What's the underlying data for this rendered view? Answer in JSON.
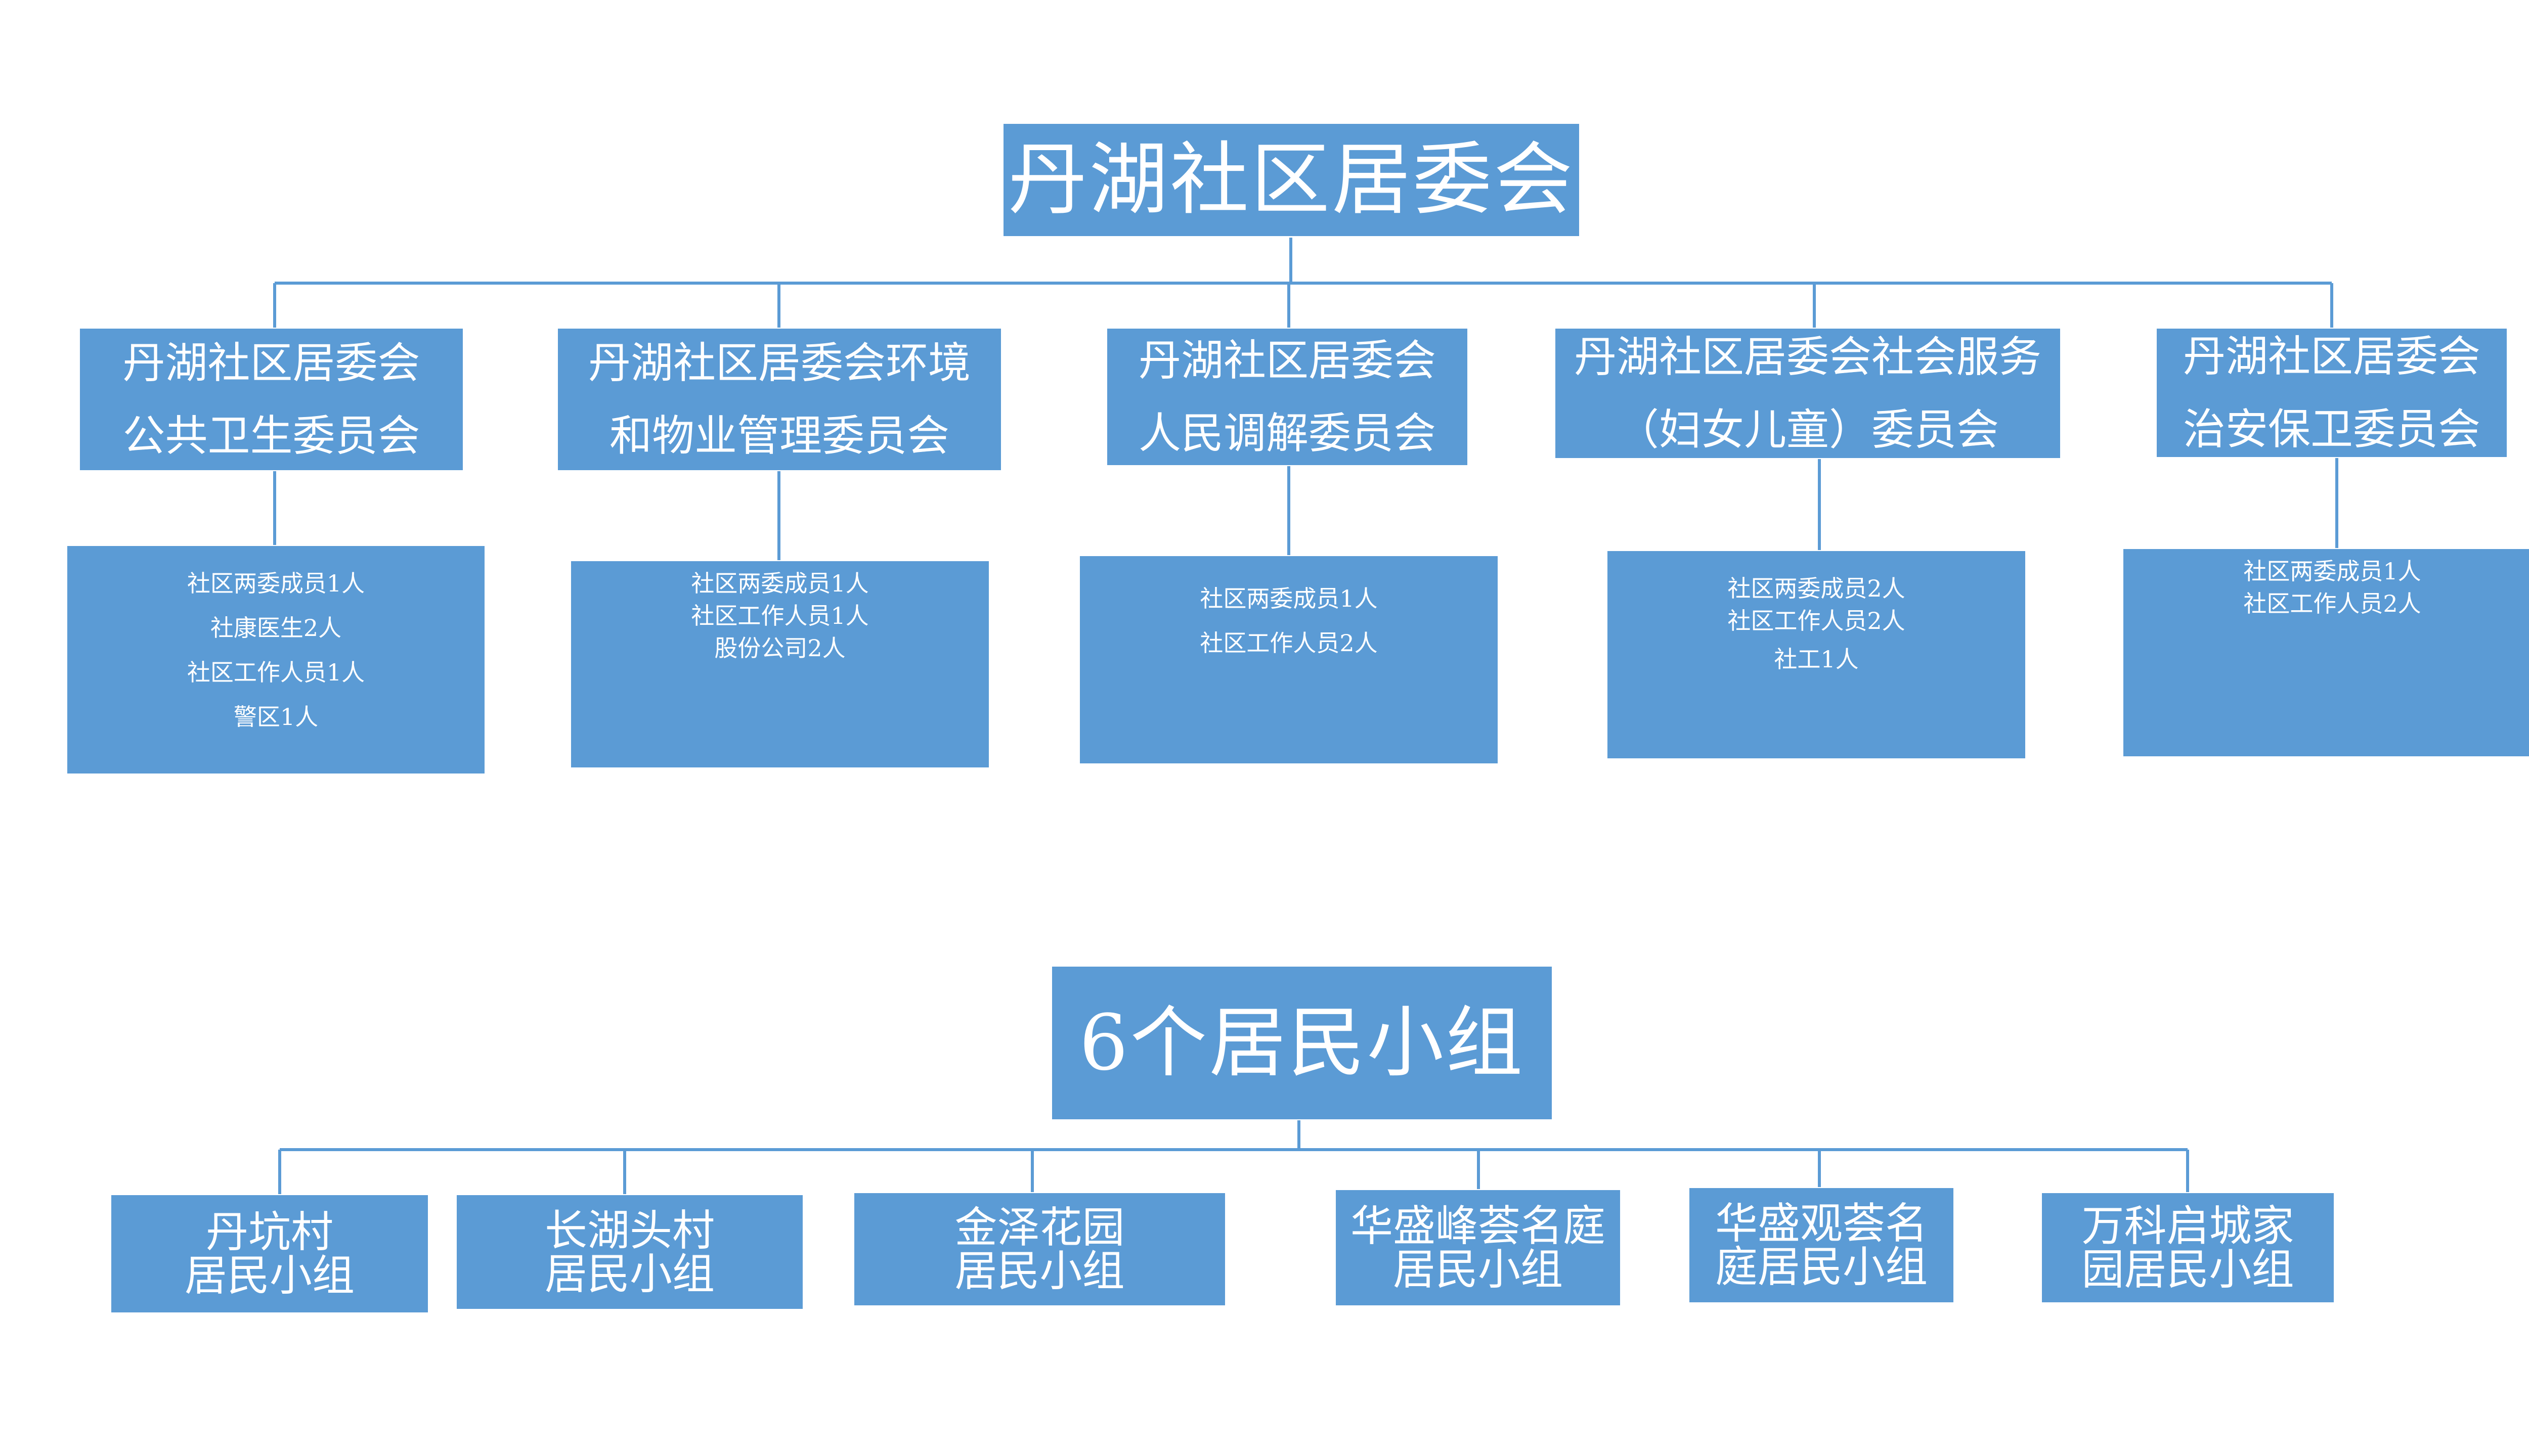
{
  "root": {
    "title": "丹湖社区居委会"
  },
  "committees": [
    {
      "lines": [
        "丹湖社区居委会",
        "公共卫生委员会"
      ],
      "details": [
        "社区两委成员1人",
        "社康医生2人",
        "社区工作人员1人",
        "警区1人"
      ]
    },
    {
      "lines": [
        "丹湖社区居委会环境",
        "和物业管理委员会"
      ],
      "details": [
        "社区两委成员1人",
        "社区工作人员1人",
        "股份公司2人"
      ]
    },
    {
      "lines": [
        "丹湖社区居委会",
        "人民调解委员会"
      ],
      "details": [
        "社区两委成员1人",
        "社区工作人员2人"
      ]
    },
    {
      "lines": [
        "丹湖社区居委会社会服务",
        "（妇女儿童）委员会"
      ],
      "details": [
        "社区两委成员2人",
        "社区工作人员2人",
        "社工1人"
      ]
    },
    {
      "lines": [
        "丹湖社区居委会",
        "治安保卫委员会"
      ],
      "details": [
        "社区两委成员1人",
        "社区工作人员2人"
      ]
    }
  ],
  "groups_root": {
    "title": "6个居民小组"
  },
  "groups": [
    {
      "lines": [
        "丹坑村",
        "居民小组"
      ]
    },
    {
      "lines": [
        "长湖头村",
        "居民小组"
      ]
    },
    {
      "lines": [
        "金泽花园",
        "居民小组"
      ]
    },
    {
      "lines": [
        "华盛峰荟名庭",
        "居民小组"
      ]
    },
    {
      "lines": [
        "华盛观荟名",
        "庭居民小组"
      ]
    },
    {
      "lines": [
        "万科启城家",
        "园居民小组"
      ]
    }
  ],
  "colors": {
    "box_fill": "#5B9BD5",
    "text": "#FFFFFF",
    "connector": "#5B9BD5",
    "background": "#FFFFFF"
  }
}
